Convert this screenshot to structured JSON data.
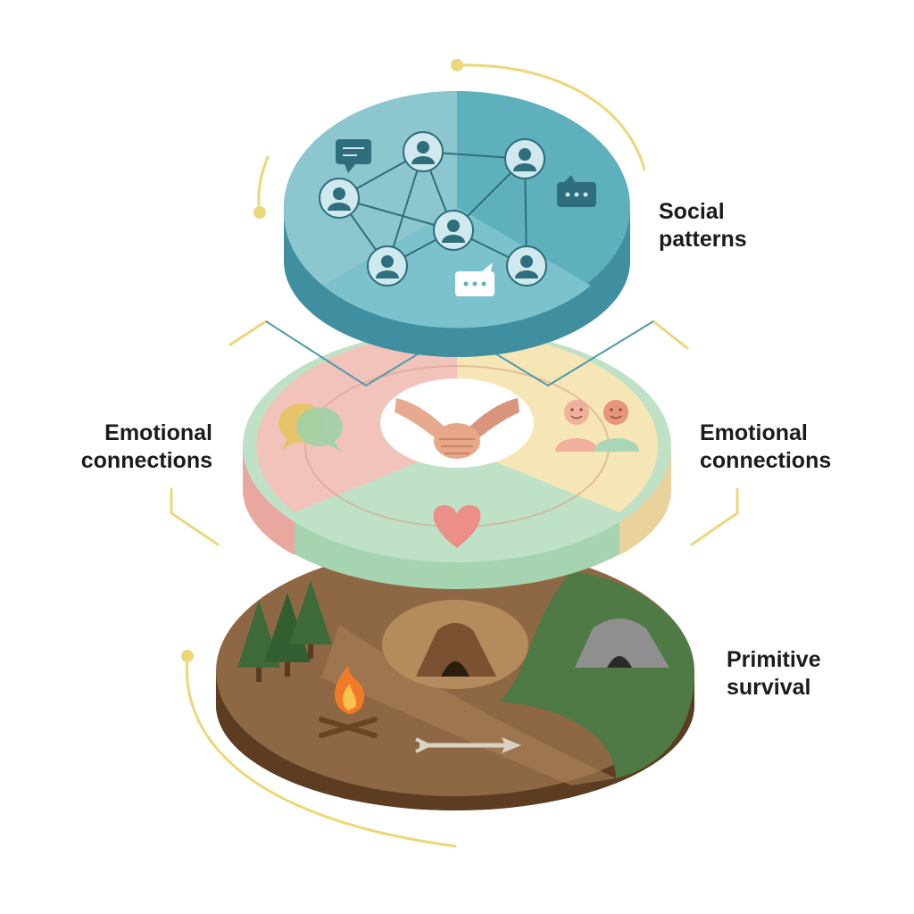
{
  "labels": {
    "social": [
      "Social",
      "patterns"
    ],
    "emotional_left": [
      "Emotional",
      "connections"
    ],
    "emotional_right": [
      "Emotional",
      "connections"
    ],
    "primitive": [
      "Primitive",
      "survival"
    ]
  },
  "layers": [
    {
      "name": "Social patterns",
      "top_color": "#5fb0bd",
      "side_color": "#3f8fa0",
      "accent": "#7cc2cc"
    },
    {
      "name": "Emotional connections",
      "colors": [
        "#f2c3bb",
        "#f6e6b6",
        "#bfe2c7"
      ],
      "side_colors": [
        "#e8a8a0",
        "#e9d39a",
        "#a6d3b0"
      ]
    },
    {
      "name": "Primitive survival",
      "top_color": "#8e6844",
      "green": "#4f7a45",
      "side_color": "#5c3d22"
    }
  ],
  "accent_line_color": "#ecd77a",
  "icons": [
    "person-icon",
    "speech-bubble-icon",
    "handshake-icon",
    "heart-icon",
    "smiley-faces-icon",
    "chat-icon",
    "tree-icon",
    "campfire-icon",
    "cave-icon",
    "arrow-icon"
  ]
}
